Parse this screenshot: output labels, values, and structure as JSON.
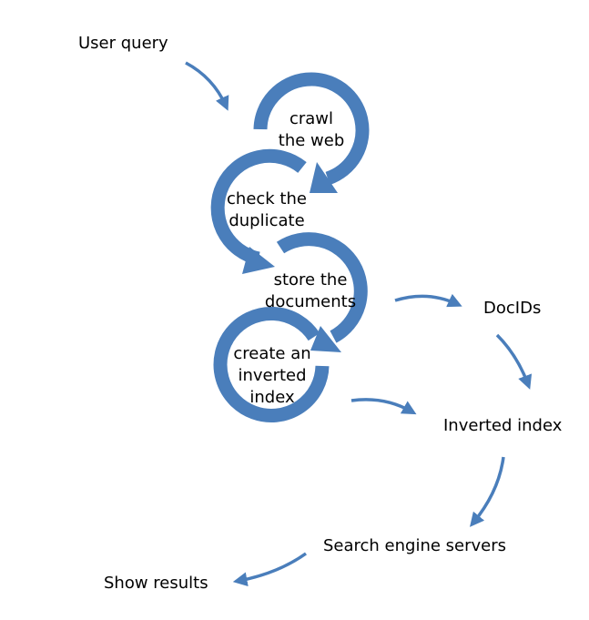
{
  "cycle_steps": [
    {
      "line1": "crawl",
      "line2": "the web"
    },
    {
      "line1": "check the",
      "line2": "duplicate"
    },
    {
      "line1": "store the",
      "line2": "documents"
    },
    {
      "line1": "create an",
      "line2": "inverted",
      "line3": "index"
    }
  ],
  "outputs": {
    "user_query": "User query",
    "doc_ids": "DocIDs",
    "inverted_index": "Inverted index",
    "search_engine_servers": "Search engine servers",
    "show_results": "Show results"
  },
  "colors": {
    "arrow": "#4a7ebb",
    "text": "#000000"
  }
}
